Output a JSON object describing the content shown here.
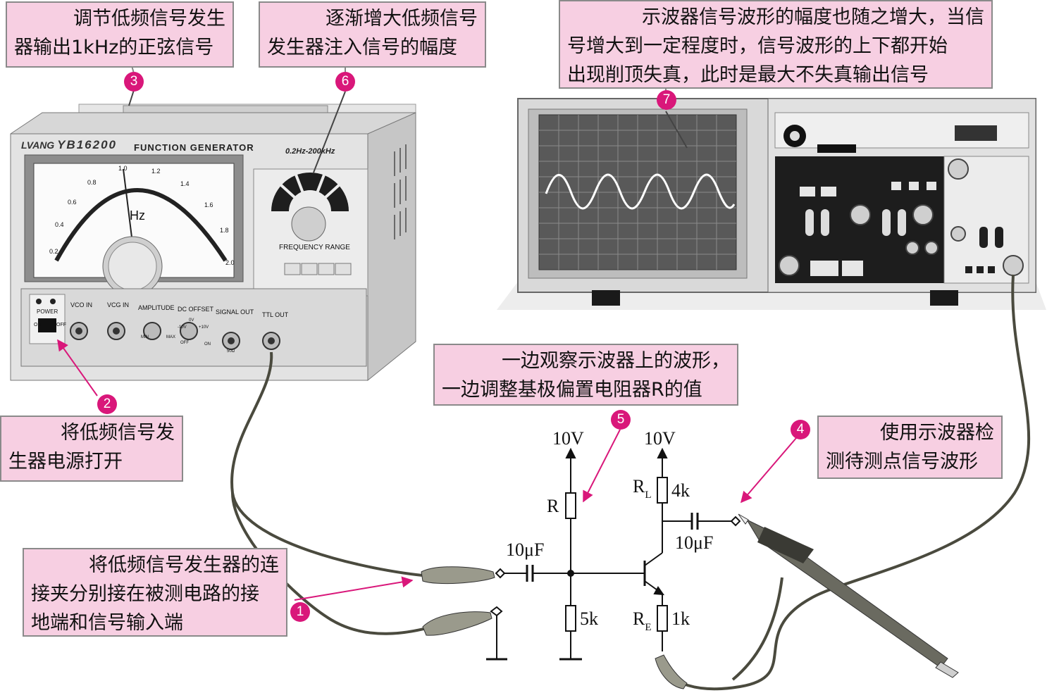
{
  "callouts": {
    "c1": [
      "将低频信号发生器的连",
      "接夹分别接在被测电路的接",
      "地端和信号输入端"
    ],
    "c2": [
      "将低频信号发",
      "生器电源打开"
    ],
    "c3": [
      "调节低频信号发生",
      "器输出1kHz的正弦信号"
    ],
    "c4": [
      "使用示波器检",
      "测待测点信号波形"
    ],
    "c5": [
      "一边观察示波器上的波形，",
      "一边调整基极偏置电阻器R的值"
    ],
    "c6": [
      "逐渐增大低频信号",
      "发生器注入信号的幅度"
    ],
    "c7": [
      "示波器信号波形的幅度也随之增大，当信",
      "号增大到一定程度时，信号波形的上下都开始",
      "出现削顶失真，此时是最大不失真输出信号"
    ]
  },
  "steps": [
    "1",
    "2",
    "3",
    "4",
    "5",
    "6",
    "7"
  ],
  "circuit": {
    "vcc_left": "10V",
    "vcc_right": "10V",
    "r_label": "R",
    "r_bottom": "5k",
    "rl_main": "R",
    "rl_sub": "L",
    "rl_value": "4k",
    "re_main": "R",
    "re_sub": "E",
    "re_value": "1k",
    "cap_in": "10μF",
    "cap_out": "10μF"
  },
  "generator": {
    "brand": "LVANG",
    "model": "YB16200",
    "title": "FUNCTION GENERATOR",
    "range": "0.2Hz-200kHz",
    "dial_unit": "Hz",
    "dial_ticks": [
      "0.2",
      "0.4",
      "0.6",
      "0.8",
      "1.0",
      "1.2",
      "1.4",
      "1.6",
      "1.8",
      "2.0"
    ],
    "freq_range_label": "FREQUENCY RANGE",
    "power_label": "POWER",
    "on": "ON",
    "off": "OFF",
    "jacks": [
      "VCO IN",
      "VCG IN",
      "AMPLITUDE",
      "DC OFFSET",
      "SIGNAL OUT",
      "TTL OUT"
    ],
    "amp_min": "MIN",
    "amp_max": "MAX",
    "dc_off": "OFF",
    "dc_on": "ON",
    "dc_minus": "-10V",
    "dc_plus": "+10V",
    "dc_zero": "0V",
    "sig_ohm": "50Ω"
  }
}
